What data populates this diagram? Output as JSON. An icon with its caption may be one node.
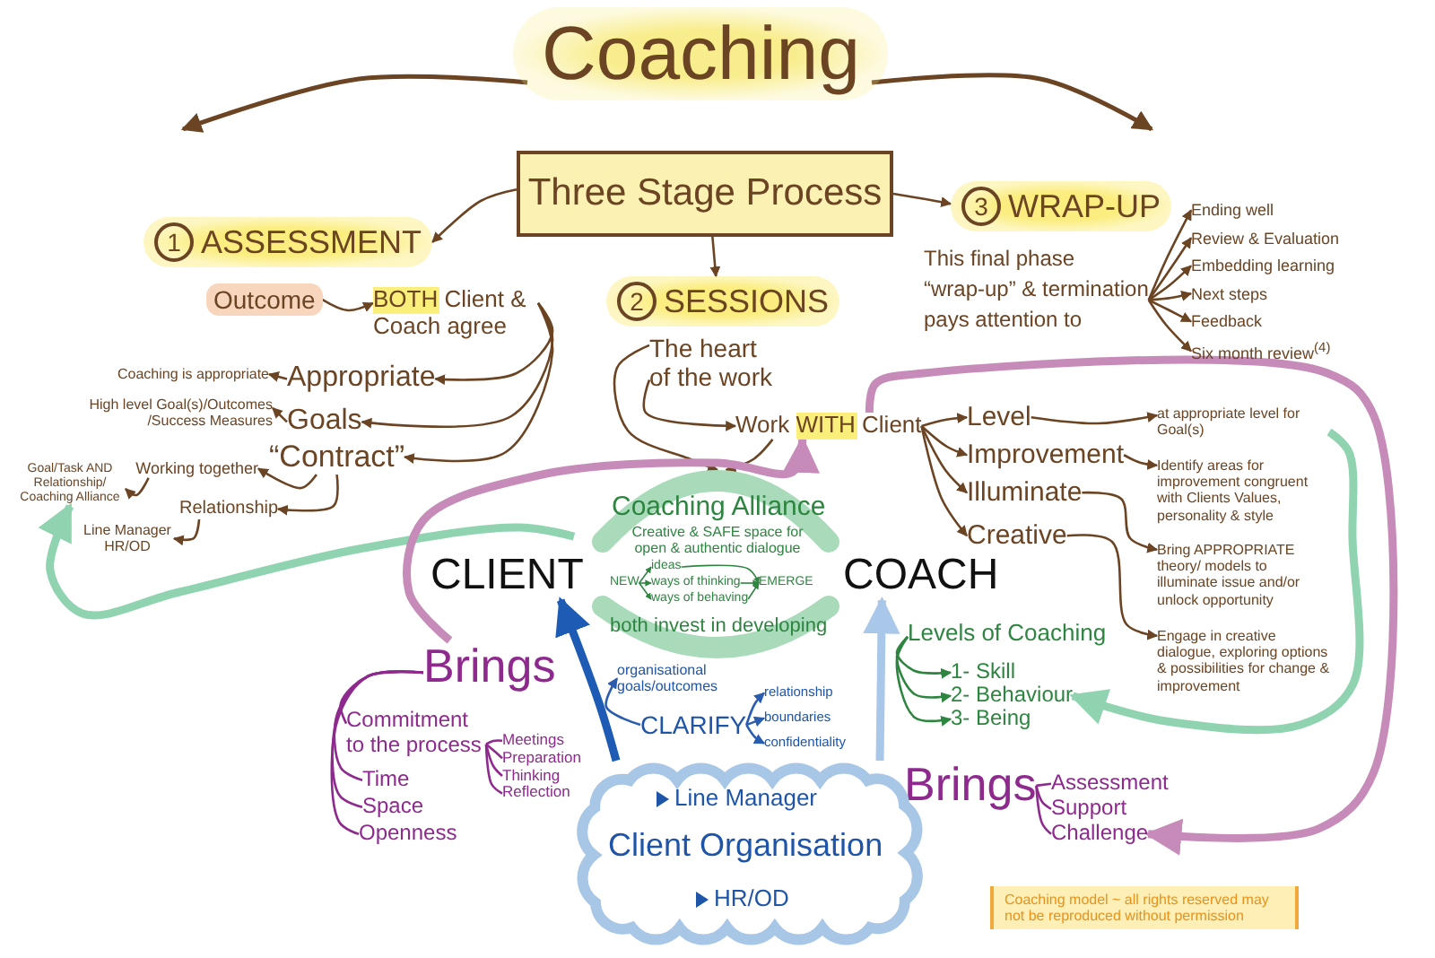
{
  "diagram": {
    "title": "Coaching",
    "nodes": [
      {
        "text": [
          "Three Stage Process"
        ]
      },
      {
        "text": [
          "1",
          "ASSESSMENT"
        ]
      },
      {
        "text": [
          "3",
          "WRAP-UP"
        ]
      },
      {
        "text": [
          "2",
          "SESSIONS"
        ]
      },
      {
        "text": [
          "Outcome"
        ]
      },
      {
        "text": [
          "BOTH Client & Coach agree"
        ]
      },
      {
        "text": [
          "Appropriate"
        ]
      },
      {
        "text": [
          "Coaching is appropriate"
        ]
      },
      {
        "text": [
          "Goals"
        ]
      },
      {
        "text": [
          "High level Goal(s)/Outcomes /Success Measures"
        ]
      },
      {
        "text": [
          "“Contract”"
        ]
      },
      {
        "text": [
          "Working together"
        ]
      },
      {
        "text": [
          "Goal/Task AND Relationship/ Coaching Alliance"
        ]
      },
      {
        "text": [
          "Relationship"
        ]
      },
      {
        "text": [
          "Line Manager HR/OD"
        ]
      },
      {
        "text": [
          "This final phase “wrap-up” & termination pays attention to"
        ]
      },
      {
        "text": [
          "Ending well"
        ]
      },
      {
        "text": [
          "Review & Evaluation"
        ]
      },
      {
        "text": [
          "Embedding learning"
        ]
      },
      {
        "text": [
          "Next steps"
        ]
      },
      {
        "text": [
          "Feedback"
        ]
      },
      {
        "text": [
          "Six month review$^{(4)}$"
        ]
      },
      {
        "text": [
          "The heart of the work"
        ]
      },
      {
        "text": [
          "Work WITH Client"
        ]
      },
      {
        "text": [
          "Level"
        ]
      },
      {
        "text": [
          "at appropriate level for Goal(s)"
        ]
      },
      {
        "text": [
          "Improvement"
        ]
      },
      {
        "text": [
          "Identify areas for improvement congruent with Clients Values, personality & style"
        ]
      },
      {
        "text": [
          "Illuminate"
        ]
      },
      {
        "text": [
          "Bring APPROPRIATE theory/ models to illuminate issue and/or unlock opportunity"
        ]
      },
      {
        "text": [
          "Creative"
        ]
      },
      {
        "text": [
          "Engage in creative dialogue, exploring options & possibilities for change & improvement"
        ]
      },
      {
        "text": [
          "CLIENT"
        ]
      },
      {
        "text": [
          "Coaching Alliance",
          "Creative & SAFE space for open & authentic dialogue",
          "both invest in developing"
        ]
      },
      {
        "text": [
          "NEW"
        ],
        "in": 33
      },
      {
        "text": [
          "ideas"
        ],
        "in": 33
      },
      {
        "text": [
          "ways of thinking"
        ],
        "in": 33
      },
      {
        "text": [
          "ways of behaving"
        ],
        "in": 33
      },
      {
        "text": [
          "EMERGE"
        ],
        "in": 33
      },
      {
        "text": [
          "COACH"
        ]
      },
      {
        "text": [
          "Brings"
        ]
      },
      {
        "text": [
          "Commitment to the process"
        ]
      },
      {
        "text": [
          "Meetings"
        ]
      },
      {
        "text": [
          "Preparation"
        ]
      },
      {
        "text": [
          "Thinking"
        ]
      },
      {
        "text": [
          "Reflection"
        ]
      },
      {
        "text": [
          "Time"
        ]
      },
      {
        "text": [
          "Space"
        ]
      },
      {
        "text": [
          "Openness"
        ]
      },
      {
        "text": [
          "organisational goals/outcomes"
        ]
      },
      {
        "text": [
          "CLARIFY"
        ]
      },
      {
        "text": [
          "relationship"
        ]
      },
      {
        "text": [
          "boundaries"
        ]
      },
      {
        "text": [
          "confidentiality"
        ]
      },
      {
        "text": [
          "Levels of Coaching"
        ]
      },
      {
        "text": [
          "1- Skill"
        ]
      },
      {
        "text": [
          "2- Behaviour"
        ]
      },
      {
        "text": [
          "3- Being"
        ]
      },
      {
        "text": [
          "Brings"
        ]
      },
      {
        "text": [
          "Assessment"
        ]
      },
      {
        "text": [
          "Support"
        ]
      },
      {
        "text": [
          "Challenge"
        ]
      },
      {
        "text": [
          "Line Manager",
          "Client Organisation",
          "HR/OD"
        ]
      },
      {
        "text": [
          "Coaching model ~ all rights reserved may not be reproduced without permission"
        ]
      }
    ],
    "edges": [
      {
        "from": 0,
        "to": 1,
        "arrow": "to"
      },
      {
        "from": 0,
        "to": 3,
        "arrow": "to"
      },
      {
        "from": 0,
        "to": 2,
        "arrow": "to"
      },
      {
        "from": 4,
        "to": 5,
        "arrow": "to"
      },
      {
        "from": 5,
        "to": 6,
        "arrow": "to"
      },
      {
        "from": 5,
        "to": 8,
        "arrow": "to"
      },
      {
        "from": 5,
        "to": 10,
        "arrow": "to"
      },
      {
        "from": 6,
        "to": 7,
        "arrow": "to"
      },
      {
        "from": 8,
        "to": 9,
        "arrow": "to"
      },
      {
        "from": 10,
        "to": 11,
        "arrow": "to"
      },
      {
        "from": 10,
        "to": 13,
        "arrow": "to"
      },
      {
        "from": 11,
        "to": 12,
        "arrow": "to"
      },
      {
        "from": 13,
        "to": 14,
        "arrow": "to"
      },
      {
        "from": 15,
        "to": 16,
        "arrow": "to"
      },
      {
        "from": 15,
        "to": 17,
        "arrow": "to"
      },
      {
        "from": 15,
        "to": 18,
        "arrow": "to"
      },
      {
        "from": 15,
        "to": 19,
        "arrow": "to"
      },
      {
        "from": 15,
        "to": 20,
        "arrow": "to"
      },
      {
        "from": 15,
        "to": 21,
        "arrow": "to"
      },
      {
        "from": 22,
        "to": 33,
        "arrow": "to"
      },
      {
        "from": 22,
        "to": 23,
        "arrow": "to"
      },
      {
        "from": 23,
        "to": 33,
        "arrow": "to"
      },
      {
        "from": 23,
        "to": 24,
        "arrow": "to"
      },
      {
        "from": 23,
        "to": 26,
        "arrow": "to"
      },
      {
        "from": 23,
        "to": 28,
        "arrow": "to"
      },
      {
        "from": 23,
        "to": 30,
        "arrow": "to"
      },
      {
        "from": 24,
        "to": 25,
        "arrow": "to"
      },
      {
        "from": 26,
        "to": 27,
        "arrow": "to"
      },
      {
        "from": 28,
        "to": 29,
        "arrow": "to"
      },
      {
        "from": 30,
        "to": 31,
        "arrow": "to"
      },
      {
        "from": 34,
        "to": 35,
        "arrow": "to",
        "color": "#2e8540"
      },
      {
        "from": 34,
        "to": 36,
        "arrow": "to",
        "color": "#2e8540"
      },
      {
        "from": 34,
        "to": 37,
        "arrow": "to",
        "color": "#2e8540"
      },
      {
        "from": 35,
        "to": 38,
        "arrow": "to",
        "color": "#2e8540"
      },
      {
        "from": 36,
        "to": 38,
        "arrow": "to",
        "color": "#2e8540"
      },
      {
        "from": 37,
        "to": 38,
        "arrow": "to",
        "color": "#2e8540"
      },
      {
        "from": 33,
        "to": 12,
        "arrow": "to",
        "style": "thick",
        "color": "#8fd3b0"
      },
      {
        "from": 40,
        "to": 23,
        "arrow": "to",
        "style": "thick",
        "color": "#c68bb8"
      },
      {
        "from": 23,
        "to": 61,
        "arrow": "to",
        "style": "thick",
        "color": "#c68bb8"
      },
      {
        "from": 25,
        "to": 56,
        "arrow": "to",
        "style": "thick",
        "color": "#8fd3b0"
      },
      {
        "from": 62,
        "to": 32,
        "arrow": "to",
        "style": "thick",
        "color": "#1d5bb5"
      },
      {
        "from": 62,
        "to": 39,
        "arrow": "to",
        "style": "thick",
        "color": "#a9c7e8"
      },
      {
        "from": 50,
        "to": 49,
        "arrow": "to",
        "color": "#2a5db0"
      },
      {
        "from": 50,
        "to": 51,
        "arrow": "to",
        "color": "#2a5db0"
      },
      {
        "from": 50,
        "to": 52,
        "arrow": "to",
        "color": "#2a5db0"
      },
      {
        "from": 50,
        "to": 53,
        "arrow": "to",
        "color": "#2a5db0"
      },
      {
        "from": 40,
        "to": 41,
        "arrow": "none",
        "color": "#8e2a8e"
      },
      {
        "from": 40,
        "to": 46,
        "arrow": "none",
        "color": "#8e2a8e"
      },
      {
        "from": 40,
        "to": 47,
        "arrow": "none",
        "color": "#8e2a8e"
      },
      {
        "from": 40,
        "to": 48,
        "arrow": "none",
        "color": "#8e2a8e"
      },
      {
        "from": 41,
        "to": 42,
        "arrow": "none",
        "color": "#8e2a8e"
      },
      {
        "from": 41,
        "to": 43,
        "arrow": "none",
        "color": "#8e2a8e"
      },
      {
        "from": 41,
        "to": 44,
        "arrow": "none",
        "color": "#8e2a8e"
      },
      {
        "from": 41,
        "to": 45,
        "arrow": "none",
        "color": "#8e2a8e"
      },
      {
        "from": 54,
        "to": 55,
        "arrow": "to",
        "color": "#2e8540"
      },
      {
        "from": 54,
        "to": 56,
        "arrow": "to",
        "color": "#2e8540"
      },
      {
        "from": 54,
        "to": 57,
        "arrow": "to",
        "color": "#2e8540"
      },
      {
        "from": 58,
        "to": 59,
        "arrow": "none",
        "color": "#8e2a8e"
      },
      {
        "from": 58,
        "to": 60,
        "arrow": "none",
        "color": "#8e2a8e"
      },
      {
        "from": 58,
        "to": 61,
        "arrow": "none",
        "color": "#8e2a8e"
      }
    ]
  }
}
